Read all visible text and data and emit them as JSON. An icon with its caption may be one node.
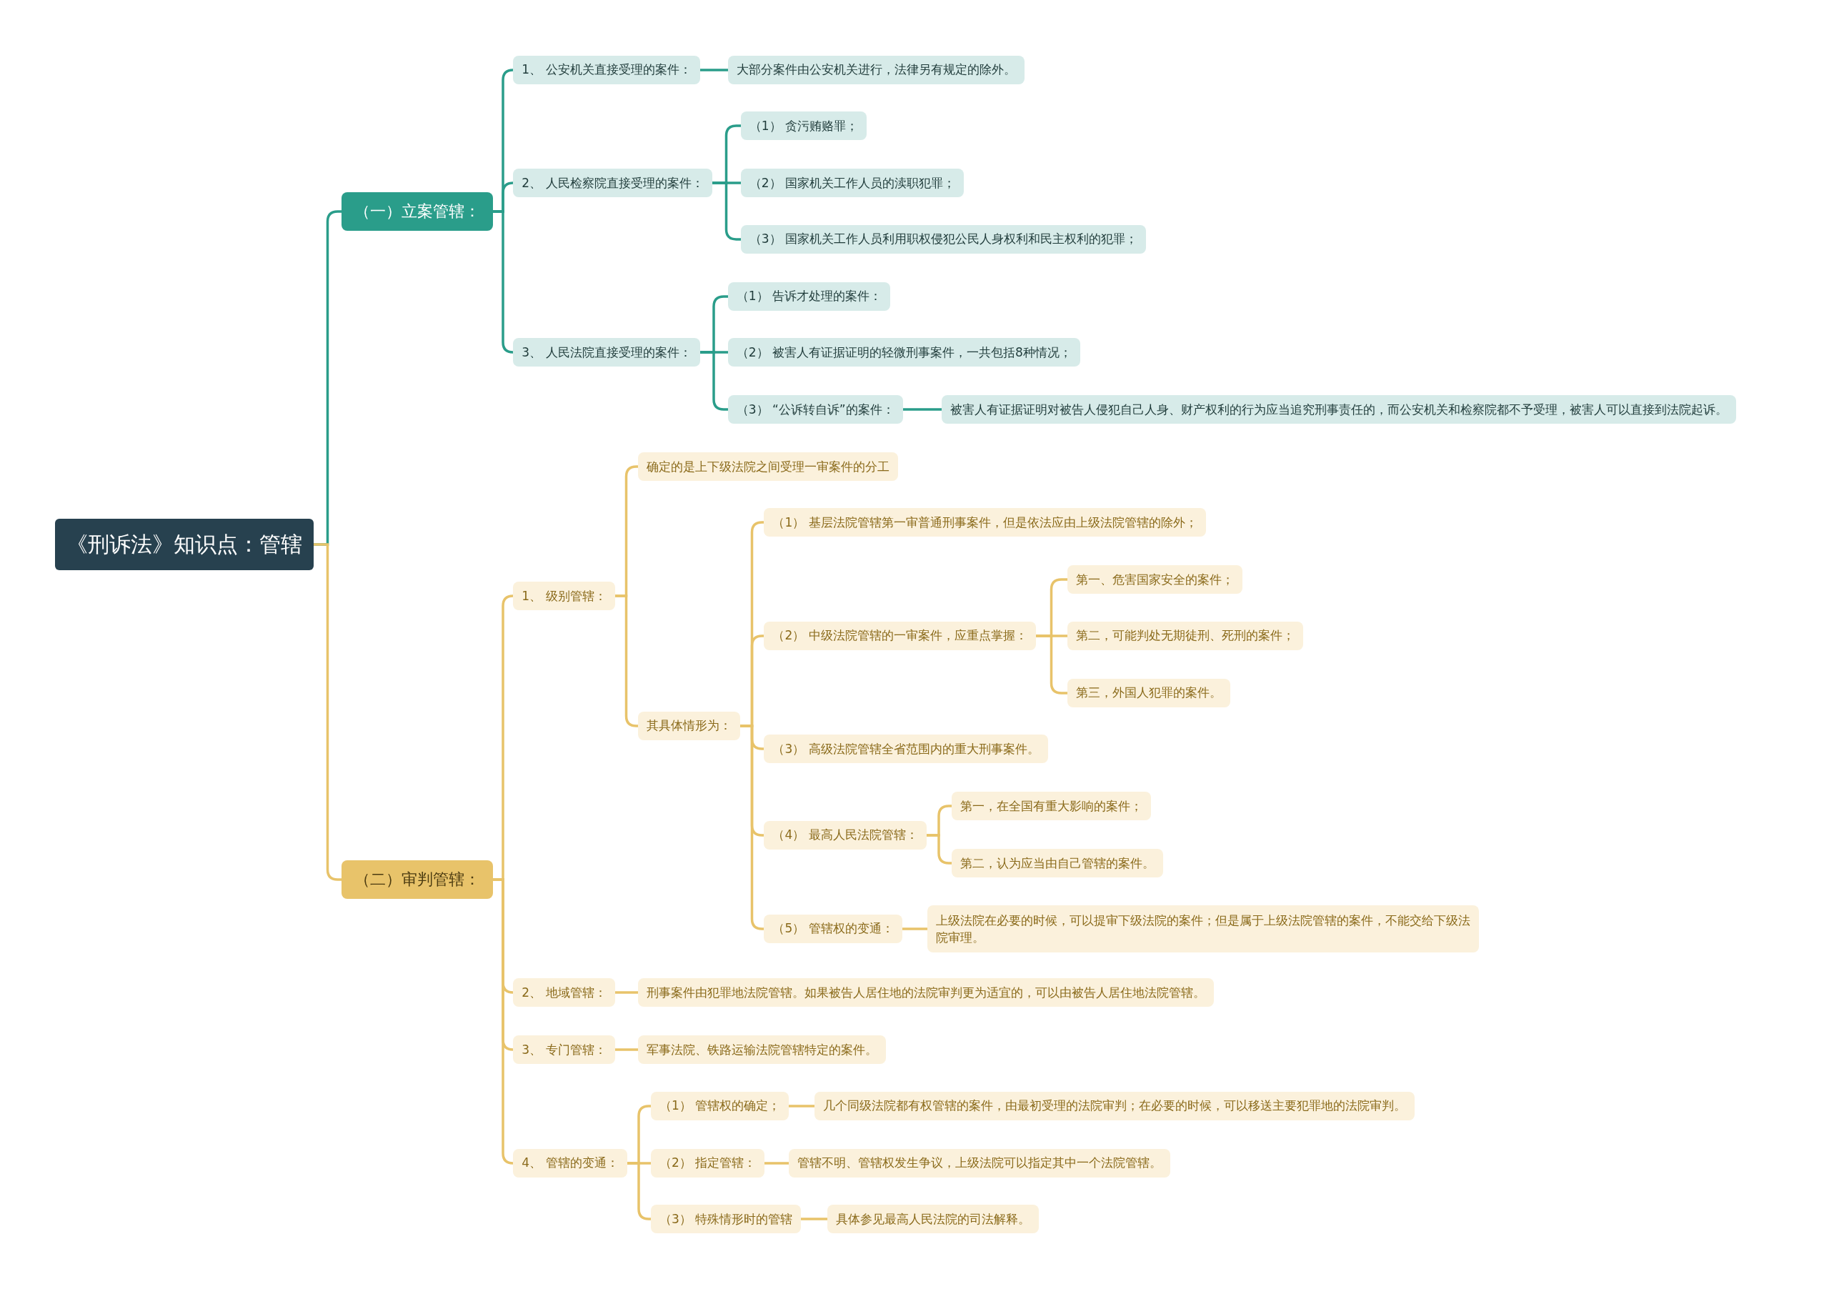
{
  "diagram": {
    "nodes": [
      {
        "text": [
          "《刑诉法》知识点：管辖"
        ]
      },
      {
        "text": [
          "（一）立案管辖："
        ]
      },
      {
        "text": [
          "1、 公安机关直接受理的案件："
        ]
      },
      {
        "text": [
          "大部分案件由公安机关进行，法律另有规定的除外。"
        ]
      },
      {
        "text": [
          "2、 人民检察院直接受理的案件："
        ]
      },
      {
        "text": [
          "（1） 贪污贿赂罪；"
        ]
      },
      {
        "text": [
          "（2） 国家机关工作人员的渎职犯罪；"
        ]
      },
      {
        "text": [
          "（3） 国家机关工作人员利用职权侵犯公民人身权利和民主权利的犯罪；"
        ]
      },
      {
        "text": [
          "3、 人民法院直接受理的案件："
        ]
      },
      {
        "text": [
          "（1） 告诉才处理的案件："
        ]
      },
      {
        "text": [
          "（2） 被害人有证据证明的轻微刑事案件，一共包括8种情况；"
        ]
      },
      {
        "text": [
          "（3） “公诉转自诉”的案件："
        ]
      },
      {
        "text": [
          "被害人有证据证明对被告人侵犯自己人身、财产权利的行为应当追究刑事责任的，而公安机关和检察院都不予受理，被害人可以直接到法院起诉。"
        ]
      },
      {
        "text": [
          "（二）审判管辖："
        ]
      },
      {
        "text": [
          "1、 级别管辖："
        ]
      },
      {
        "text": [
          "确定的是上下级法院之间受理一审案件的分工"
        ]
      },
      {
        "text": [
          "其具体情形为："
        ]
      },
      {
        "text": [
          "（1） 基层法院管辖第一审普通刑事案件，但是依法应由上级法院管辖的除外；"
        ]
      },
      {
        "text": [
          "（2） 中级法院管辖的一审案件，应重点掌握："
        ]
      },
      {
        "text": [
          "第一、危害国家安全的案件；"
        ]
      },
      {
        "text": [
          "第二，可能判处无期徒刑、死刑的案件；"
        ]
      },
      {
        "text": [
          "第三，外国人犯罪的案件。"
        ]
      },
      {
        "text": [
          "（3） 高级法院管辖全省范围内的重大刑事案件。"
        ]
      },
      {
        "text": [
          "（4） 最高人民法院管辖："
        ]
      },
      {
        "text": [
          "第一，在全国有重大影响的案件；"
        ]
      },
      {
        "text": [
          "第二，认为应当由自己管辖的案件。"
        ]
      },
      {
        "text": [
          "（5） 管辖权的变通："
        ]
      },
      {
        "text": [
          "上级法院在必要的时候，可以提审下级法院的案件；但是属于上级法院管辖的案件，不能交给下级法院审理。"
        ]
      },
      {
        "text": [
          "2、 地域管辖："
        ]
      },
      {
        "text": [
          "刑事案件由犯罪地法院管辖。如果被告人居住地的法院审判更为适宜的，可以由被告人居住地法院管辖。"
        ]
      },
      {
        "text": [
          "3、 专门管辖："
        ]
      },
      {
        "text": [
          "军事法院、铁路运输法院管辖特定的案件。"
        ]
      },
      {
        "text": [
          "4、 管辖的变通："
        ]
      },
      {
        "text": [
          "（1） 管辖权的确定；"
        ]
      },
      {
        "text": [
          "几个同级法院都有权管辖的案件，由最初受理的法院审判；在必要的时候，可以移送主要犯罪地的法院审判。"
        ]
      },
      {
        "text": [
          "（2） 指定管辖："
        ]
      },
      {
        "text": [
          "管辖不明、管辖权发生争议，上级法院可以指定其中一个法院管辖。"
        ]
      },
      {
        "text": [
          "（3） 特殊情形时的管辖"
        ]
      },
      {
        "text": [
          "具体参见最高人民法院的司法解释。"
        ]
      }
    ],
    "edges": [
      {
        "from": 0,
        "to": 1,
        "arrow": "none",
        "color": "#2a9d8a"
      },
      {
        "from": 1,
        "to": 2,
        "arrow": "none",
        "color": "#2a9d8a"
      },
      {
        "from": 2,
        "to": 3,
        "arrow": "none",
        "color": "#2a9d8a"
      },
      {
        "from": 1,
        "to": 4,
        "arrow": "none",
        "color": "#2a9d8a"
      },
      {
        "from": 4,
        "to": 5,
        "arrow": "none",
        "color": "#2a9d8a"
      },
      {
        "from": 4,
        "to": 6,
        "arrow": "none",
        "color": "#2a9d8a"
      },
      {
        "from": 4,
        "to": 7,
        "arrow": "none",
        "color": "#2a9d8a"
      },
      {
        "from": 1,
        "to": 8,
        "arrow": "none",
        "color": "#2a9d8a"
      },
      {
        "from": 8,
        "to": 9,
        "arrow": "none",
        "color": "#2a9d8a"
      },
      {
        "from": 8,
        "to": 10,
        "arrow": "none",
        "color": "#2a9d8a"
      },
      {
        "from": 8,
        "to": 11,
        "arrow": "none",
        "color": "#2a9d8a"
      },
      {
        "from": 11,
        "to": 12,
        "arrow": "none",
        "color": "#2a9d8a"
      },
      {
        "from": 0,
        "to": 13,
        "arrow": "none"
      },
      {
        "from": 13,
        "to": 14,
        "arrow": "none"
      },
      {
        "from": 14,
        "to": 15,
        "arrow": "none"
      },
      {
        "from": 14,
        "to": 16,
        "arrow": "none"
      },
      {
        "from": 16,
        "to": 17,
        "arrow": "none"
      },
      {
        "from": 16,
        "to": 18,
        "arrow": "none"
      },
      {
        "from": 18,
        "to": 19,
        "arrow": "none"
      },
      {
        "from": 18,
        "to": 20,
        "arrow": "none"
      },
      {
        "from": 18,
        "to": 21,
        "arrow": "none"
      },
      {
        "from": 16,
        "to": 22,
        "arrow": "none"
      },
      {
        "from": 16,
        "to": 23,
        "arrow": "none"
      },
      {
        "from": 23,
        "to": 24,
        "arrow": "none"
      },
      {
        "from": 23,
        "to": 25,
        "arrow": "none"
      },
      {
        "from": 16,
        "to": 26,
        "arrow": "none"
      },
      {
        "from": 26,
        "to": 27,
        "arrow": "none"
      },
      {
        "from": 13,
        "to": 28,
        "arrow": "none"
      },
      {
        "from": 28,
        "to": 29,
        "arrow": "none"
      },
      {
        "from": 13,
        "to": 30,
        "arrow": "none"
      },
      {
        "from": 30,
        "to": 31,
        "arrow": "none"
      },
      {
        "from": 13,
        "to": 32,
        "arrow": "none"
      },
      {
        "from": 32,
        "to": 33,
        "arrow": "none"
      },
      {
        "from": 33,
        "to": 34,
        "arrow": "none"
      },
      {
        "from": 32,
        "to": 35,
        "arrow": "none"
      },
      {
        "from": 35,
        "to": 36,
        "arrow": "none"
      },
      {
        "from": 32,
        "to": 37,
        "arrow": "none"
      },
      {
        "from": 37,
        "to": 38,
        "arrow": "none"
      }
    ]
  }
}
